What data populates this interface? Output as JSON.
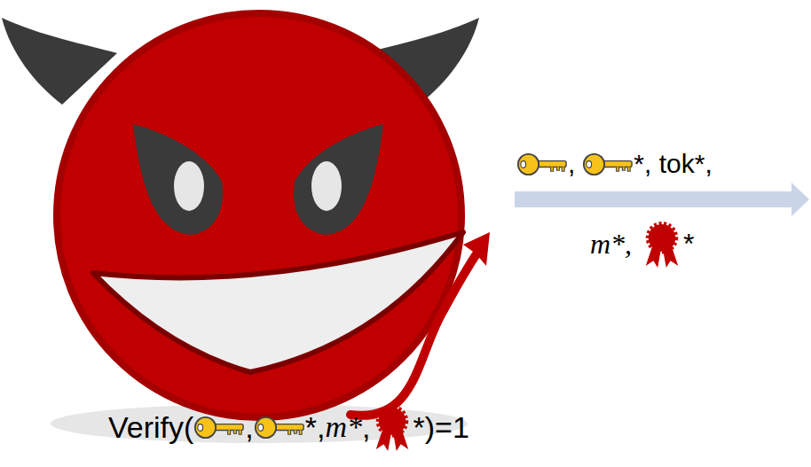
{
  "diagram": {
    "labels": [
      ",",
      "*, tok*,",
      "m*,",
      "*",
      "Verify(",
      ",",
      "*,",
      "m*",
      ",",
      "*)=1"
    ]
  }
}
